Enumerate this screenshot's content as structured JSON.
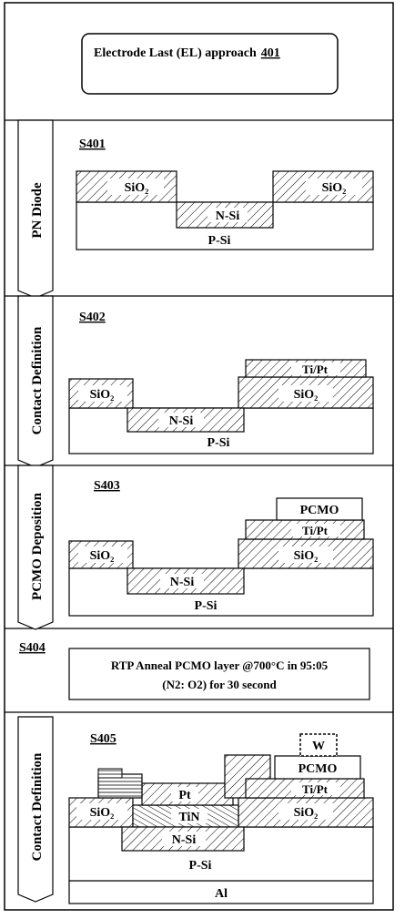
{
  "header": {
    "title": "Electrode Last (EL) approach",
    "ref": "401"
  },
  "sections": {
    "pn": {
      "side_label": "PN Diode",
      "step": "S401"
    },
    "contact1": {
      "side_label": "Contact Definition",
      "step": "S402"
    },
    "pcmo": {
      "side_label": "PCMO Deposition",
      "step": "S403"
    },
    "anneal": {
      "step": "S404",
      "line1": "RTP Anneal PCMO layer @700°C in 95:05",
      "line2": "(N2: O2) for 30 second"
    },
    "contact2": {
      "side_label": "Contact Definition",
      "step": "S405"
    }
  },
  "labels": {
    "sio2": "SiO₂",
    "nsi": "N-Si",
    "psi": "P-Si",
    "tipt": "Ti/Pt",
    "pcmo": "PCMO",
    "w": "W",
    "pt": "Pt",
    "tin": "TiN",
    "al": "Al"
  }
}
